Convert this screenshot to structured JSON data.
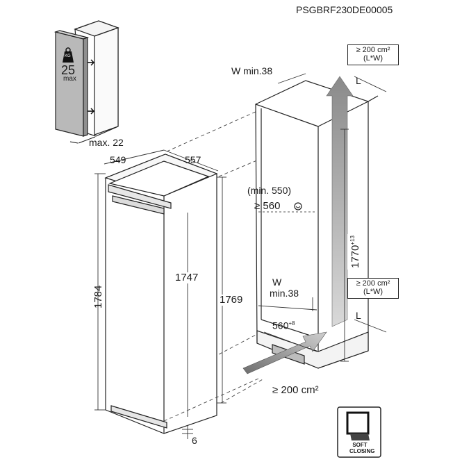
{
  "document_code": "PSGBRF230DE00005",
  "weight_badge": {
    "top": "KG",
    "value": "25",
    "unit": "max"
  },
  "gap_label": "max. 22",
  "appliance": {
    "depth": "549",
    "width": "557",
    "height_total": "1784",
    "height_inner": "1747",
    "height_outer": "1769",
    "bottom_gap": "6"
  },
  "niche": {
    "wall_top": "W min.38",
    "min_depth_alt": "(min. 550)",
    "min_depth": "≥ 560",
    "height": "1770",
    "height_tolerance": "+13",
    "wall_bottom_label": "W",
    "wall_bottom_value": "min.38",
    "depth_bottom": "560",
    "depth_bottom_tolerance": "+8",
    "L_top": "L",
    "L_bottom": "L"
  },
  "vent_top": {
    "line1": "≥ 200 cm²",
    "line2": "(L*W)"
  },
  "vent_bottom": {
    "line1": "≥ 200 cm²",
    "line2": "(L*W)"
  },
  "vent_floor": "≥ 200 cm²",
  "soft_closing": {
    "line1": "SOFT",
    "line2": "CLOSING"
  }
}
